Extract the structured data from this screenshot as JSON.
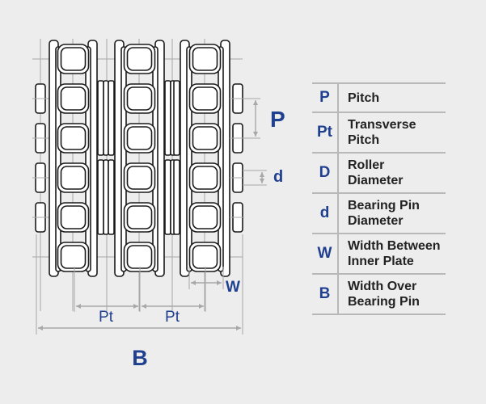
{
  "dimension_labels": {
    "pitch": "P",
    "bearing_pin_diameter": "d",
    "width_between_inner_plate": "W",
    "transverse_pitch_1": "Pt",
    "transverse_pitch_2": "Pt",
    "width_over_bearing_pin": "B"
  },
  "legend": [
    {
      "symbol": "P",
      "line1": "Pitch",
      "line2": ""
    },
    {
      "symbol": "Pt",
      "line1": "Transverse",
      "line2": "Pitch"
    },
    {
      "symbol": "D",
      "line1": "Roller",
      "line2": "Diameter"
    },
    {
      "symbol": "d",
      "line1": "Bearing Pin",
      "line2": "Diameter"
    },
    {
      "symbol": "W",
      "line1": "Width Between",
      "line2": "Inner Plate"
    },
    {
      "symbol": "B",
      "line1": "Width Over",
      "line2": "Bearing Pin"
    }
  ],
  "colors": {
    "background": "#ededed",
    "accent": "#1f3f8f",
    "line": "#1a1a1a",
    "guide": "#a8a8a8"
  }
}
